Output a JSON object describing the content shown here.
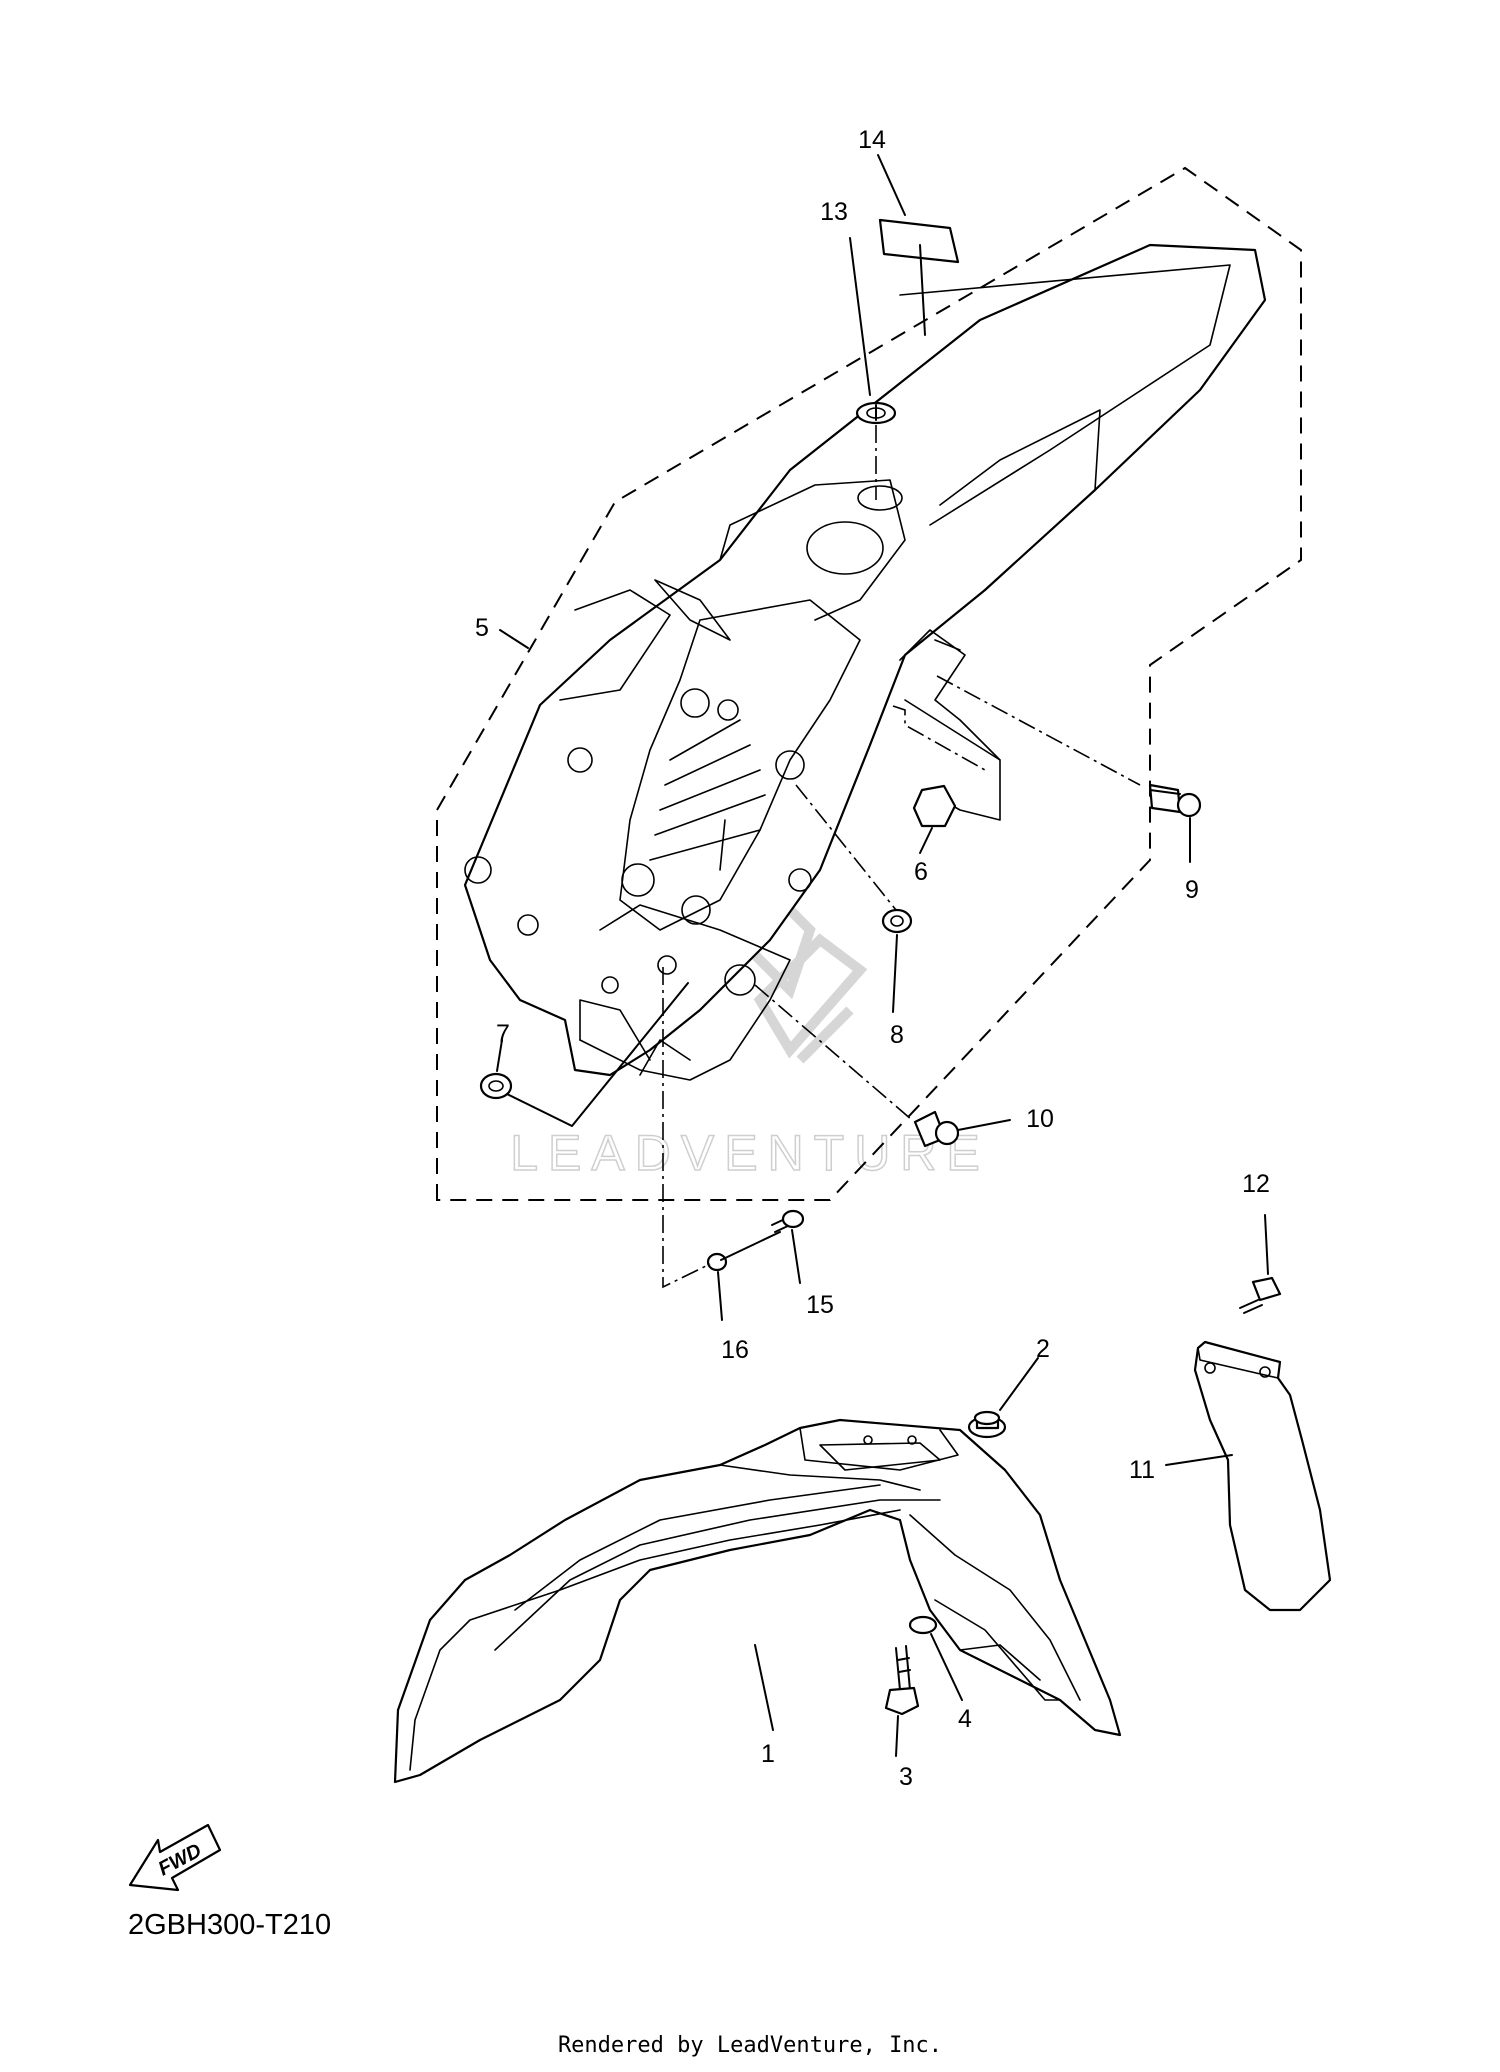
{
  "diagram": {
    "code": "2GBH300-T210",
    "rendered_by": "Rendered by LeadVenture, Inc.",
    "watermark": "LEADVENTURE",
    "direction_label": "FWD",
    "callouts": [
      {
        "id": "1",
        "label": "1"
      },
      {
        "id": "2",
        "label": "2"
      },
      {
        "id": "3",
        "label": "3"
      },
      {
        "id": "4",
        "label": "4"
      },
      {
        "id": "5",
        "label": "5"
      },
      {
        "id": "6",
        "label": "6"
      },
      {
        "id": "7",
        "label": "7"
      },
      {
        "id": "8",
        "label": "8"
      },
      {
        "id": "9",
        "label": "9"
      },
      {
        "id": "10",
        "label": "10"
      },
      {
        "id": "11",
        "label": "11"
      },
      {
        "id": "12",
        "label": "12"
      },
      {
        "id": "13",
        "label": "13"
      },
      {
        "id": "14",
        "label": "14"
      },
      {
        "id": "15",
        "label": "15"
      },
      {
        "id": "16",
        "label": "16"
      }
    ]
  }
}
